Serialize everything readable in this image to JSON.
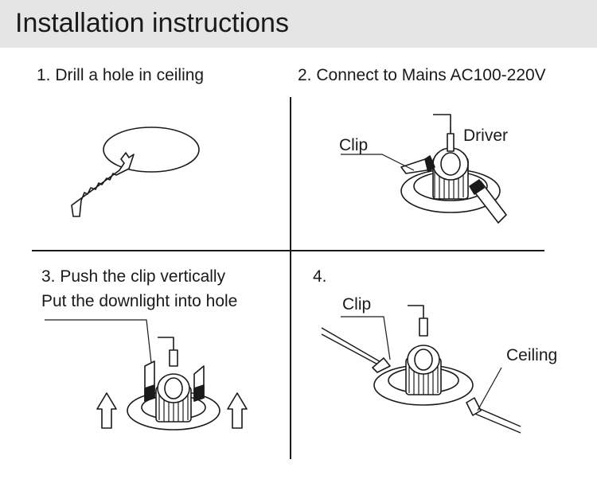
{
  "header": {
    "title": "Installation instructions"
  },
  "steps": [
    {
      "label": "1. Drill a hole in ceiling"
    },
    {
      "label": "2. Connect to Mains AC100-220V",
      "callouts": {
        "clip": "Clip",
        "driver": "Driver"
      }
    },
    {
      "label_line1": "3. Push the clip vertically",
      "label_line2": "Put the downlight into hole"
    },
    {
      "label": "4.",
      "callouts": {
        "clip": "Clip",
        "ceiling": "Ceiling"
      }
    }
  ],
  "colors": {
    "header_bg": "#e5e5e5",
    "ink": "#1a1a1a"
  }
}
